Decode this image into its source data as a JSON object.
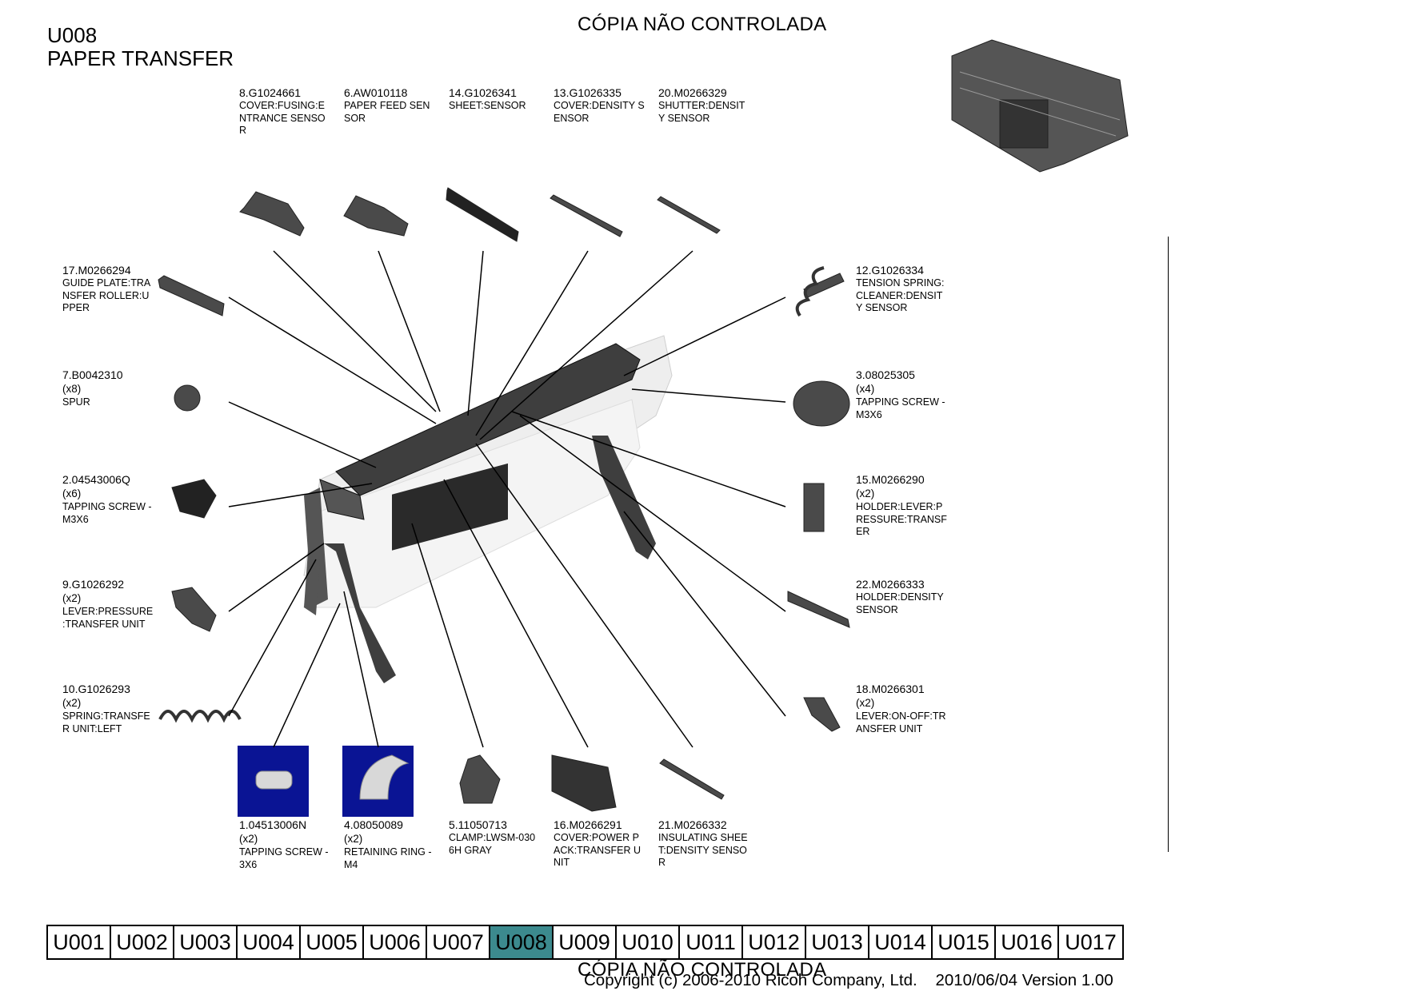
{
  "page": {
    "code": "U008",
    "title": "PAPER TRANSFER",
    "watermark": "CÓPIA NÃO CONTROLADA",
    "copyright": "Copyright (c) 2006-2010 Ricoh Company, Ltd.    2010/06/04 Version 1.00"
  },
  "parts": {
    "p8": {
      "pn": "8.G1024661",
      "qty": "",
      "desc": "COVER:FUSING:E\nNTRANCE SENSO\nR"
    },
    "p6": {
      "pn": "6.AW010118",
      "qty": "",
      "desc": "PAPER FEED SEN\nSOR"
    },
    "p14": {
      "pn": "14.G1026341",
      "qty": "",
      "desc": "SHEET:SENSOR"
    },
    "p13": {
      "pn": "13.G1026335",
      "qty": "",
      "desc": "COVER:DENSITY S\nENSOR"
    },
    "p20": {
      "pn": "20.M0266329",
      "qty": "",
      "desc": "SHUTTER:DENSIT\nY SENSOR"
    },
    "p17": {
      "pn": "17.M0266294",
      "qty": "",
      "desc": "GUIDE PLATE:TRA\nNSFER ROLLER:U\nPPER"
    },
    "p7": {
      "pn": "7.B0042310",
      "qty": "(x8)",
      "desc": "SPUR"
    },
    "p2": {
      "pn": "2.04543006Q",
      "qty": "(x6)",
      "desc": "TAPPING SCREW -\n M3X6"
    },
    "p9": {
      "pn": "9.G1026292",
      "qty": "(x2)",
      "desc": "LEVER:PRESSURE\n:TRANSFER UNIT"
    },
    "p10": {
      "pn": "10.G1026293",
      "qty": "(x2)",
      "desc": "SPRING:TRANSFE\nR UNIT:LEFT"
    },
    "p12": {
      "pn": "12.G1026334",
      "qty": "",
      "desc": "TENSION SPRING:\nCLEANER:DENSIT\nY SENSOR"
    },
    "p3": {
      "pn": "3.08025305",
      "qty": "(x4)",
      "desc": "TAPPING SCREW -\n M3X6"
    },
    "p15": {
      "pn": "15.M0266290",
      "qty": "(x2)",
      "desc": "HOLDER:LEVER:P\nRESSURE:TRANSF\nER"
    },
    "p22": {
      "pn": "22.M0266333",
      "qty": "",
      "desc": "HOLDER:DENSITY\nSENSOR"
    },
    "p18": {
      "pn": "18.M0266301",
      "qty": "(x2)",
      "desc": "LEVER:ON-OFF:TR\nANSFER UNIT"
    },
    "p1": {
      "pn": "1.04513006N",
      "qty": "(x2)",
      "desc": "TAPPING SCREW -\n 3X6"
    },
    "p4": {
      "pn": "4.08050089",
      "qty": "(x2)",
      "desc": "RETAINING RING -\nM4"
    },
    "p5": {
      "pn": "5.11050713",
      "qty": "",
      "desc": "CLAMP:LWSM-030\n6H GRAY"
    },
    "p16": {
      "pn": "16.M0266291",
      "qty": "",
      "desc": "COVER:POWER P\nACK:TRANSFER U\nNIT"
    },
    "p21": {
      "pn": "21.M0266332",
      "qty": "",
      "desc": "INSULATING SHEE\nT:DENSITY SENSO\nR"
    }
  },
  "nav": {
    "items": [
      "U001",
      "U002",
      "U003",
      "U004",
      "U005",
      "U006",
      "U007",
      "U008",
      "U009",
      "U010",
      "U011",
      "U012",
      "U013",
      "U014",
      "U015",
      "U016",
      "U017"
    ],
    "active": "U008",
    "active_color": "#3c8a8e"
  },
  "colors": {
    "part_gray": "#4a4a4a",
    "highlight_box": "#0a1494"
  }
}
